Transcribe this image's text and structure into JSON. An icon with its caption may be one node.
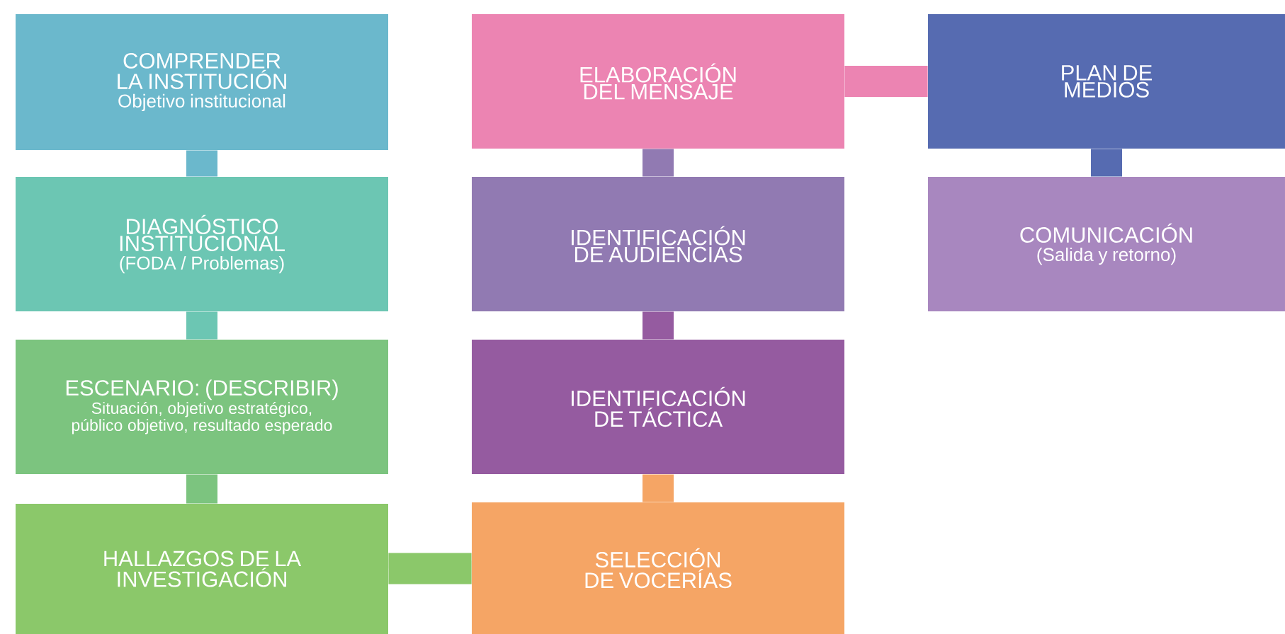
{
  "diagram": {
    "nodes": [
      {
        "text": [
          "COMPRENDER LA INSTITUCIÓN",
          "Objetivo institucional"
        ]
      },
      {
        "text": [
          "DIAGNÓSTICO INSTITUCIONAL",
          "(FODA / Problemas)"
        ]
      },
      {
        "text": [
          "ESCENARIO: (DESCRIBIR)",
          "Situación, objetivo estratégico, público objetivo, resultado esperado"
        ]
      },
      {
        "text": [
          "HALLAZGOS DE LA INVESTIGACIÓN"
        ]
      },
      {
        "text": [
          "SELECCIÓN DE VOCERÍAS"
        ]
      },
      {
        "text": [
          "IDENTIFICACIÓN DE TÁCTICA"
        ]
      },
      {
        "text": [
          "IDENTIFICACIÓN DE AUDIENCIAS"
        ]
      },
      {
        "text": [
          "ELABORACIÓN DEL MENSAJE"
        ]
      },
      {
        "text": [
          "PLAN DE MEDIOS"
        ]
      },
      {
        "text": [
          "COMUNICACIÓN",
          "(Salida y retorno)"
        ]
      }
    ],
    "edges": [
      {
        "from": 0,
        "to": 1,
        "arrow": "none",
        "color": "#6bb8cc"
      },
      {
        "from": 1,
        "to": 2,
        "arrow": "none",
        "color": "#6cc6b3"
      },
      {
        "from": 2,
        "to": 3,
        "arrow": "none",
        "color": "#7cc47f"
      },
      {
        "from": 3,
        "to": 4,
        "arrow": "none",
        "color": "#8bc86a"
      },
      {
        "from": 4,
        "to": 5,
        "arrow": "none",
        "color": "#f5a565"
      },
      {
        "from": 5,
        "to": 6,
        "arrow": "none",
        "color": "#955ba0"
      },
      {
        "from": 6,
        "to": 7,
        "arrow": "none",
        "color": "#917ab2"
      },
      {
        "from": 7,
        "to": 8,
        "arrow": "none",
        "color": "#ec84b2"
      },
      {
        "from": 8,
        "to": 9,
        "arrow": "none",
        "color": "#566bb1"
      }
    ]
  }
}
